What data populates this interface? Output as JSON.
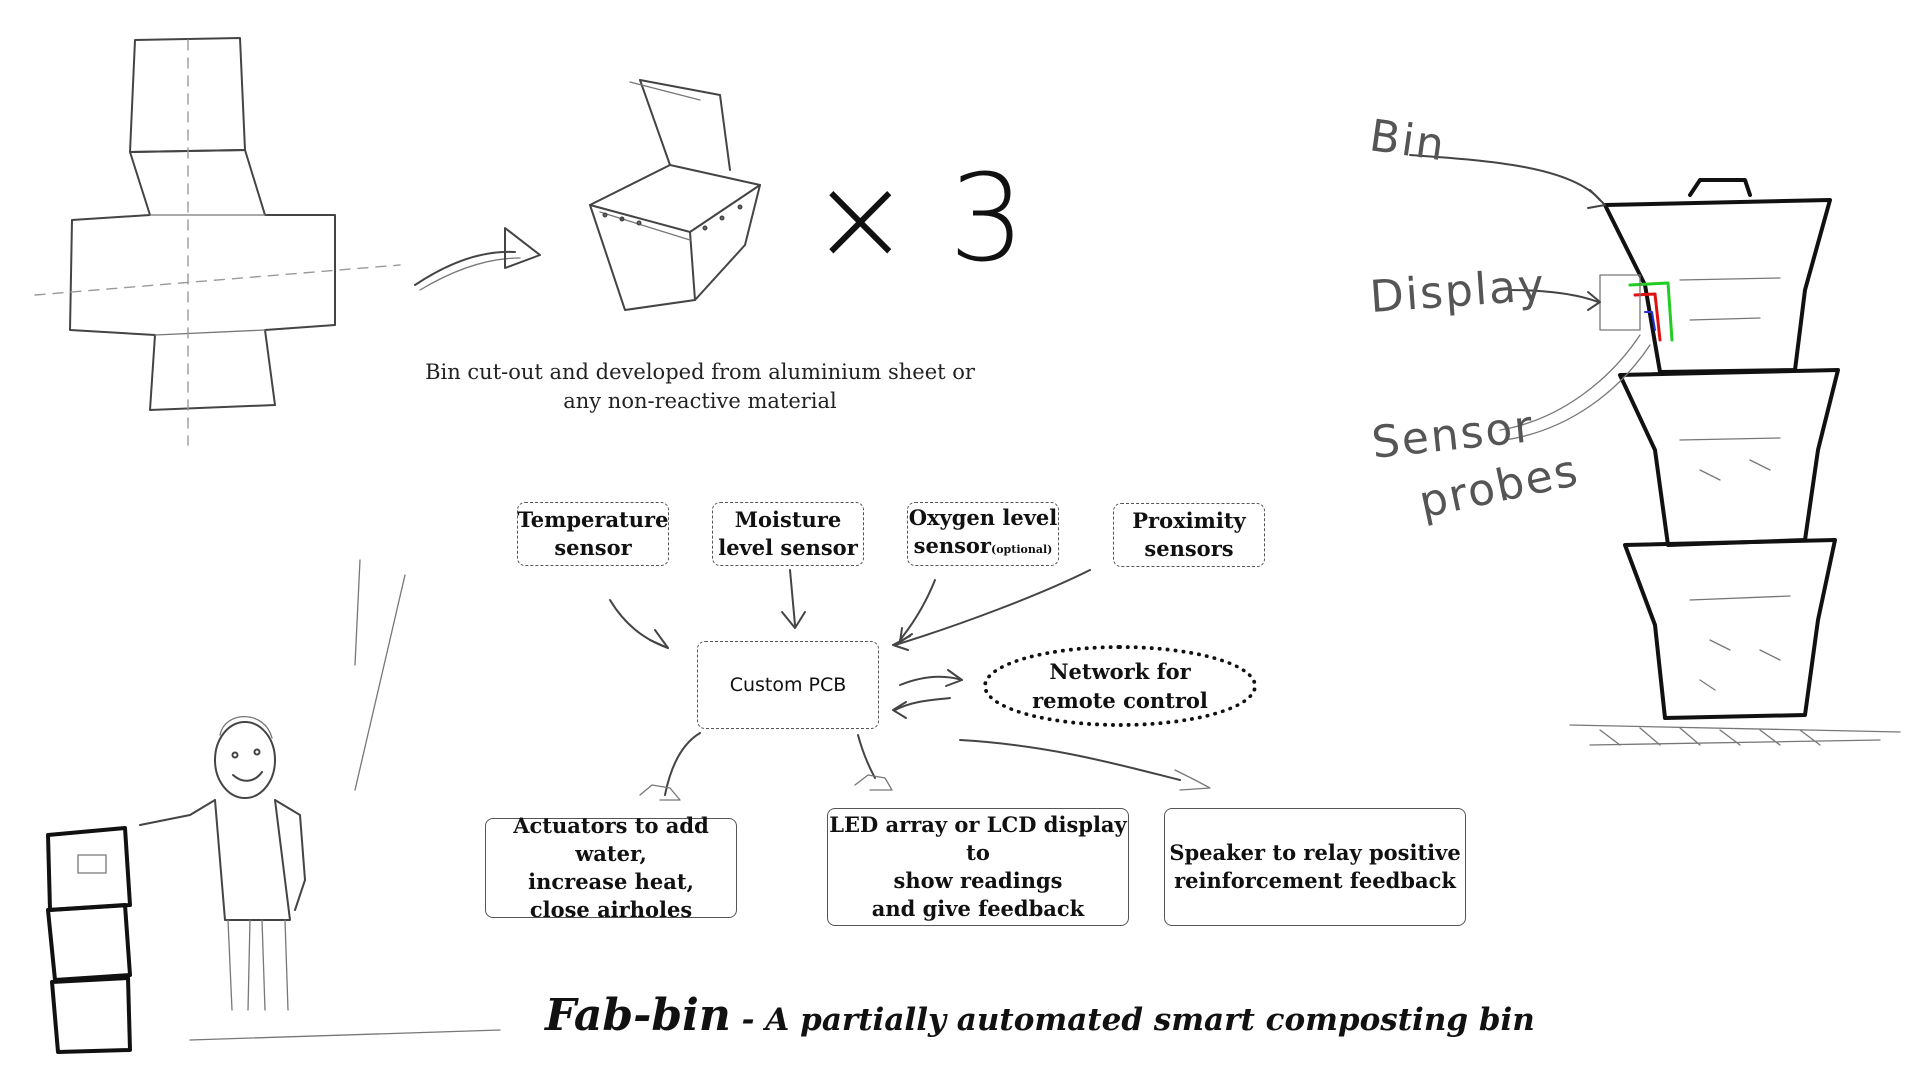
{
  "caption": {
    "line1": "Bin cut-out and developed  from aluminium sheet or",
    "line2": "any non-reactive material"
  },
  "multiplier": "× 3",
  "sensors": [
    {
      "line1": "Temperature",
      "line2": "sensor",
      "note": ""
    },
    {
      "line1": "Moisture",
      "line2": "level sensor",
      "note": ""
    },
    {
      "line1": "Oxygen level",
      "line2": "sensor",
      "note": "(optional)"
    },
    {
      "line1": "Proximity",
      "line2": "sensors",
      "note": ""
    }
  ],
  "pcb": "Custom PCB",
  "network": {
    "line1": "Network for",
    "line2": "remote control"
  },
  "outputs": [
    {
      "line1": "Actuators to add water,",
      "line2": "increase heat,",
      "line3": "close airholes"
    },
    {
      "line1": "LED array or LCD display to",
      "line2": "show readings",
      "line3": "and give feedback"
    },
    {
      "line1": "Speaker to relay positive",
      "line2": "reinforcement feedback"
    }
  ],
  "labels": {
    "bin": "Bin",
    "display": "Display",
    "sensor": "Sensor",
    "probes": "probes"
  },
  "title": {
    "main": "Fab-bin",
    "dash": " - ",
    "subtitle": "A partially automated smart composting bin"
  },
  "colors": {
    "probe_green": "#22cc22",
    "probe_red": "#dd1111",
    "probe_blue": "#2233dd"
  }
}
